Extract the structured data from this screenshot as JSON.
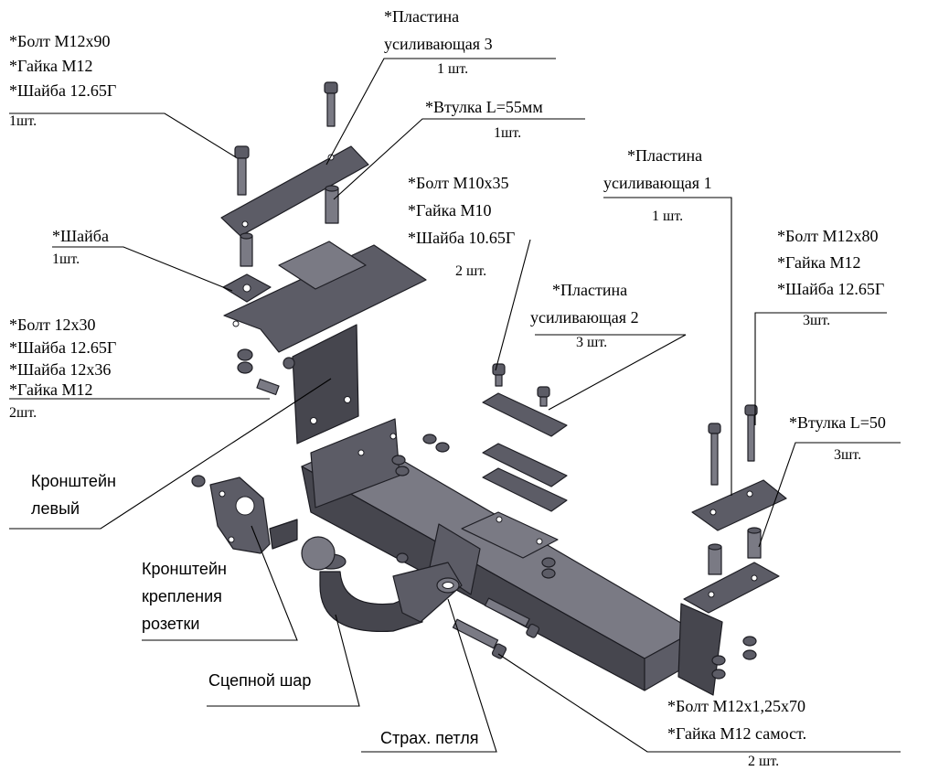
{
  "labels": {
    "bolt_m12x90": [
      "*Болт М12х90",
      "*Гайка М12",
      "*Шайба 12.65Г",
      "1шт."
    ],
    "plate3": [
      "*Пластина",
      "усиливающая 3",
      "1 шт."
    ],
    "sleeve55": [
      "*Втулка L=55мм",
      "1шт."
    ],
    "washer": [
      "*Шайба",
      "1шт."
    ],
    "bolt_m10x35": [
      "*Болт М10х35",
      "*Гайка М10",
      "*Шайба 10.65Г",
      "2 шт."
    ],
    "plate1": [
      "*Пластина",
      "усиливающая 1",
      "1 шт."
    ],
    "bolt_m12x80": [
      "*Болт М12х80",
      "*Гайка М12",
      "*Шайба 12.65Г",
      "3шт."
    ],
    "plate2": [
      "*Пластина",
      "усиливающая 2",
      "3 шт."
    ],
    "bolt_12x30": [
      "*Болт 12х30",
      "*Шайба 12.65Г",
      "*Шайба 12х36",
      "*Гайка М12",
      "2шт."
    ],
    "sleeve50": [
      "*Втулка L=50",
      "3шт."
    ],
    "bracket_left": [
      "Кронштейн",
      "левый"
    ],
    "bracket_socket": [
      "Кронштейн",
      "крепления",
      "розетки"
    ],
    "tow_ball": [
      "Сцепной шар"
    ],
    "safety_loop": [
      "Страх. петля"
    ],
    "bolt_m12x125": [
      "*Болт М12х1,25х70",
      "*Гайка М12 самост.",
      "2 шт."
    ]
  },
  "colors": {
    "metal": "#5c5c66",
    "metal_light": "#7a7a84",
    "outline": "#1e1e24"
  }
}
